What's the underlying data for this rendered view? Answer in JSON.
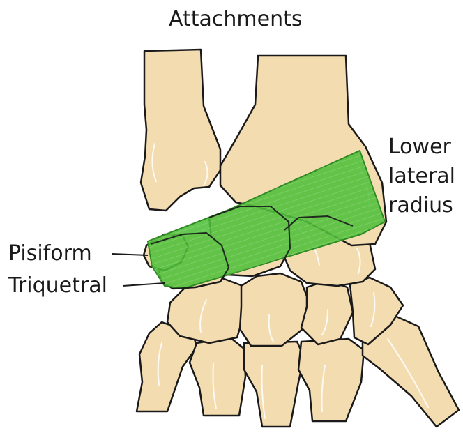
{
  "title": "Attachments",
  "labels": {
    "lower_lateral_radius": [
      "Lower",
      "lateral",
      "radius"
    ],
    "pisiform": "Pisiform",
    "triquetral": "Triquetral"
  },
  "colors": {
    "bone_fill": "#f4dcb1",
    "bone_outline": "#1a1a1a",
    "ligament_fill": "#4fbf3a",
    "ligament_stroke": "#2f8a24",
    "text": "#1a1a1a"
  }
}
